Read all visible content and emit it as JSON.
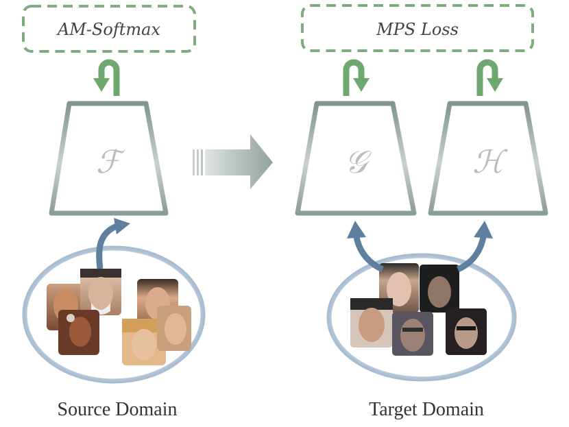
{
  "losses": {
    "source": "AM-Softmax",
    "target": "MPS Loss"
  },
  "encoders": {
    "f": "ℱ",
    "g": "𝒢",
    "h": "ℋ"
  },
  "domains": {
    "source": "Source Domain",
    "target": "Target Domain"
  },
  "colors": {
    "loss_border": "#7fac7f",
    "loss_arrow": "#6ea86e",
    "encoder_stroke": "#8a9d9b",
    "transfer_arrow": "#a9b4b2",
    "input_arrow": "#5f7f9e",
    "ellipse": "#7b9ab8"
  },
  "faces": {
    "source": [
      "face-1",
      "face-2",
      "face-3",
      "face-4",
      "face-5",
      "face-6"
    ],
    "target": [
      "face-1",
      "face-2",
      "face-3",
      "face-4",
      "face-5"
    ]
  }
}
